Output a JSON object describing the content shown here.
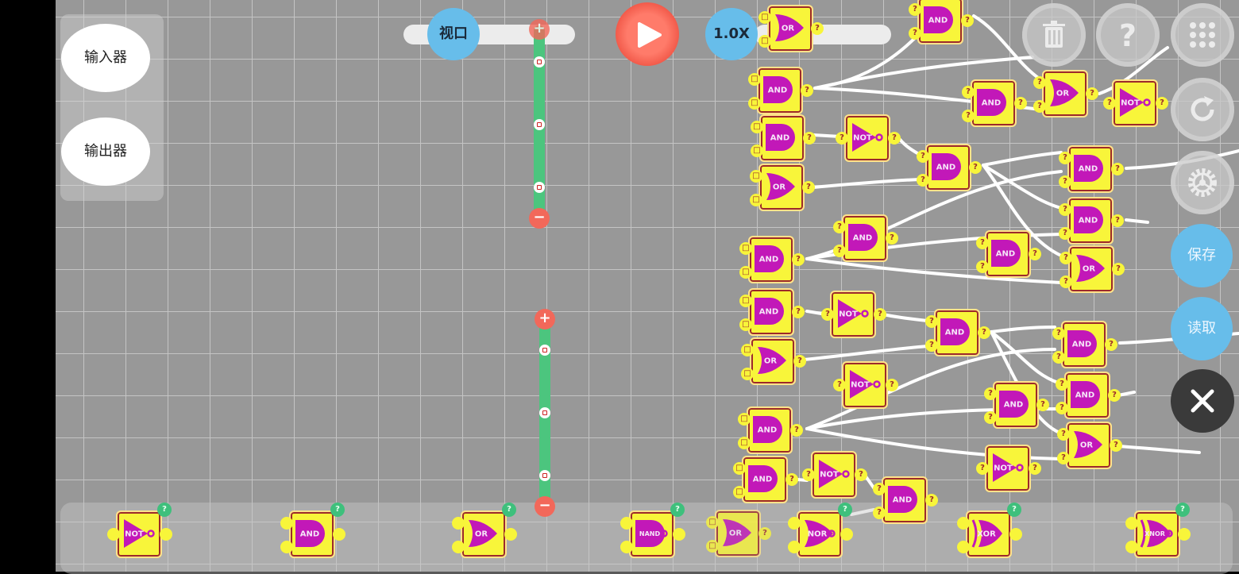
{
  "left_panel": {
    "input_label": "输入器",
    "output_label": "输出器"
  },
  "toolbar": {
    "viewport_label": "视口",
    "speed_label": "1.0X"
  },
  "side_buttons": {
    "save_label": "保存",
    "load_label": "读取"
  },
  "icons": {
    "play": "play-icon",
    "trash": "trash-icon",
    "help": "question-icon",
    "menu": "grid-icon",
    "reset": "refresh-icon",
    "settings": "gear-icon",
    "close": "close-icon"
  },
  "pin_unknown": "?",
  "pin_input": "□",
  "palette": {
    "badge": "?",
    "gates": [
      "NOT",
      "AND",
      "OR",
      "NAND",
      "NOR",
      "XOR",
      "XNOR"
    ]
  },
  "circuit_gates": [
    "OR",
    "AND",
    "AND",
    "AND",
    "NOT",
    "AND",
    "OR",
    "OR",
    "AND",
    "AND",
    "NOT",
    "OR",
    "AND",
    "AND",
    "NOT",
    "AND",
    "OR",
    "AND",
    "AND",
    "NOT",
    "OR",
    "AND",
    "AND",
    "NOT",
    "AND",
    "AND",
    "AND",
    "NOT",
    "AND",
    "AND"
  ],
  "dragging_gate": "OR",
  "slider_symbols": {
    "plus": "+",
    "minus": "−"
  },
  "colors": {
    "gate_fill": "#f8f53a",
    "gate_symbol": "#c218b8",
    "wire": "#ffffff",
    "play": "#f25b4b",
    "accent_blue": "#67bdea",
    "slider_green": "#4cc57e"
  }
}
